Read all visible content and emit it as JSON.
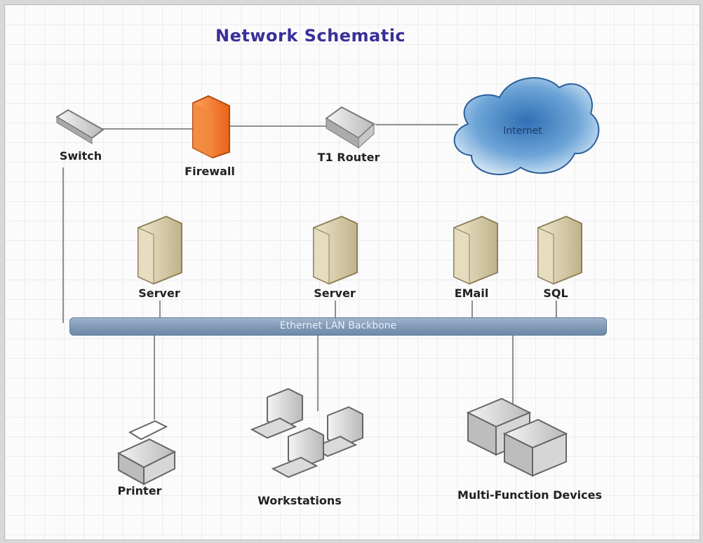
{
  "title": "Network Schematic",
  "cloud_label": "Internet",
  "bus_label": "Ethernet LAN Backbone",
  "nodes": {
    "switch": "Switch",
    "firewall": "Firewall",
    "router": "T1 Router",
    "server1": "Server",
    "server2": "Server",
    "email": "EMail",
    "sql": "SQL",
    "printer": "Printer",
    "workstations": "Workstations",
    "mfd": "Multi-Function Devices"
  },
  "colors": {
    "title": "#3a2f9a",
    "firewall": "#f07a2a",
    "bus": "#8aa2bf",
    "cloud": "#5f9fd6",
    "server": "#d8ccaa"
  }
}
